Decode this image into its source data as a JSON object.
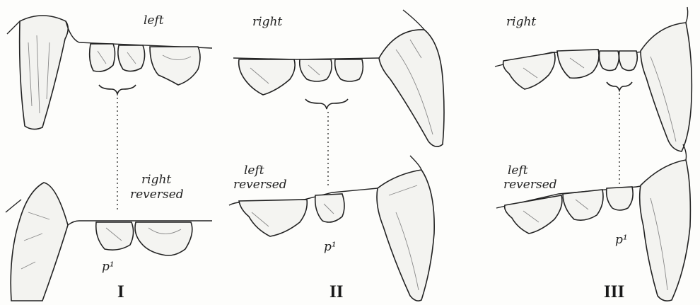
{
  "figure": {
    "panels": [
      {
        "roman": "I",
        "upper_label": "left",
        "lower_label_line1": "right",
        "lower_label_line2": "reversed",
        "tooth_label": "p¹"
      },
      {
        "roman": "II",
        "upper_label": "right",
        "lower_label_line1": "left",
        "lower_label_line2": "reversed",
        "tooth_label": "p¹"
      },
      {
        "roman": "III",
        "upper_label": "right",
        "lower_label_line1": "left",
        "lower_label_line2": "reversed",
        "tooth_label": "p¹"
      }
    ]
  }
}
